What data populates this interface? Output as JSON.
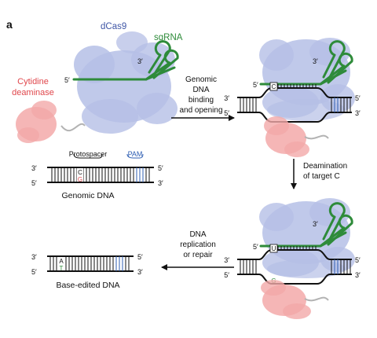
{
  "panel_label": "a",
  "protein_labels": {
    "dcas9": "dCas9",
    "sgrna": "sgRNA",
    "deaminase_line1": "Cytidine",
    "deaminase_line2": "deaminase"
  },
  "strand_ends": {
    "three_prime": "3′",
    "five_prime": "5′"
  },
  "genomic_dna": {
    "protospacer": "Protospacer",
    "pam": "PAM",
    "base_top": "C",
    "base_bottom": "G",
    "caption": "Genomic DNA"
  },
  "step_binding": [
    "Genomic",
    "DNA",
    "binding",
    "and opening"
  ],
  "step_deamination": [
    "Deamination",
    "of target C"
  ],
  "step_replication": [
    "DNA",
    "replication",
    "or repair"
  ],
  "complex_bases": {
    "top_c": "C",
    "after_top_u": "U",
    "after_bottom_g": "G"
  },
  "edited_dna": {
    "base_top": "A",
    "base_bottom": "T",
    "caption": "Base-edited DNA"
  },
  "colors": {
    "dcas9": "#b5bfe6",
    "sgrna": "#2e8b3a",
    "deaminase": "#f3a9a9",
    "deaminase_text": "#e0474c",
    "pam_blue": "#2f5fb3",
    "dna_black": "#111111",
    "linker_gray": "#b3b3b3"
  }
}
